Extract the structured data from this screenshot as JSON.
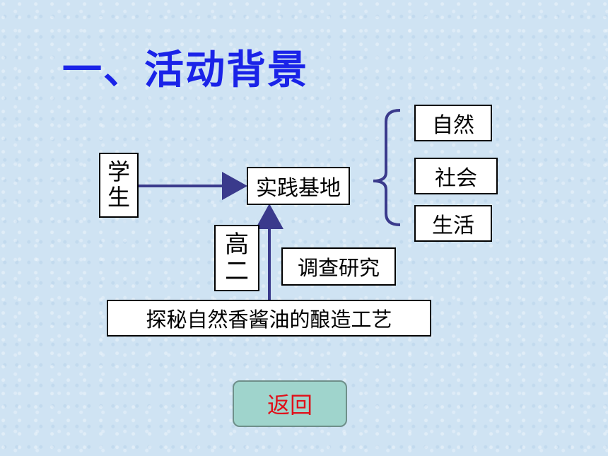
{
  "title": "一、活动背景",
  "diagram": {
    "student": "学生",
    "base": "实践基地",
    "branches": [
      "自然",
      "社会",
      "生活"
    ],
    "grade": "高二",
    "method": "调查研究",
    "topic": "探秘自然香酱油的酿造工艺"
  },
  "back_button": {
    "label": "返回"
  },
  "colors": {
    "title": "#1a23e8",
    "arrow": "#3a3a8c",
    "button_bg": "#9fd4cc",
    "button_text": "#e0101a"
  }
}
